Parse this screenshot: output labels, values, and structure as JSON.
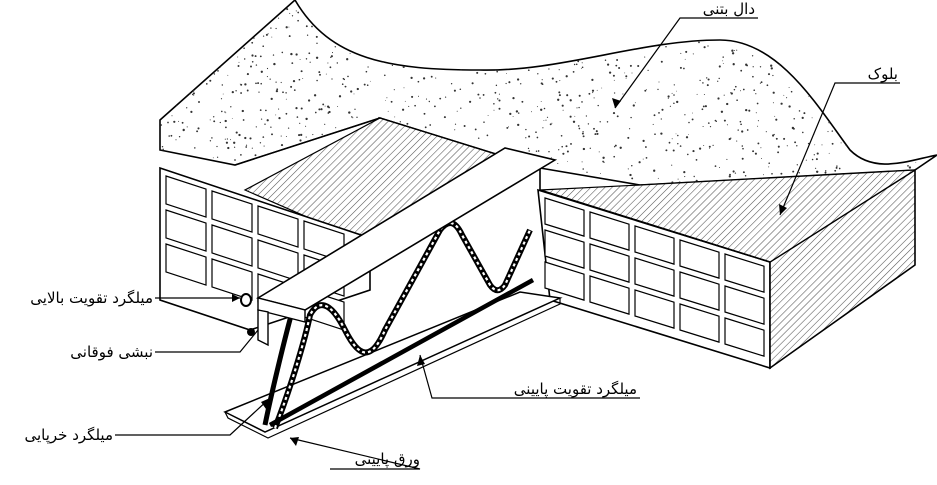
{
  "labels": {
    "concrete_slab": "دال بتنی",
    "block": "بلوک",
    "top_reinforcement": "میلگرد تقویت بالایی",
    "top_angle": "نبشی فوقانی",
    "bottom_reinforcement": "میلگرد تقویت پایینی",
    "truss_bar": "میلگرد خرپایی",
    "bottom_plate": "ورق پایینی"
  },
  "colors": {
    "line": "#000000",
    "background": "#ffffff",
    "speckle": "#333333",
    "hatch": "#555555"
  }
}
